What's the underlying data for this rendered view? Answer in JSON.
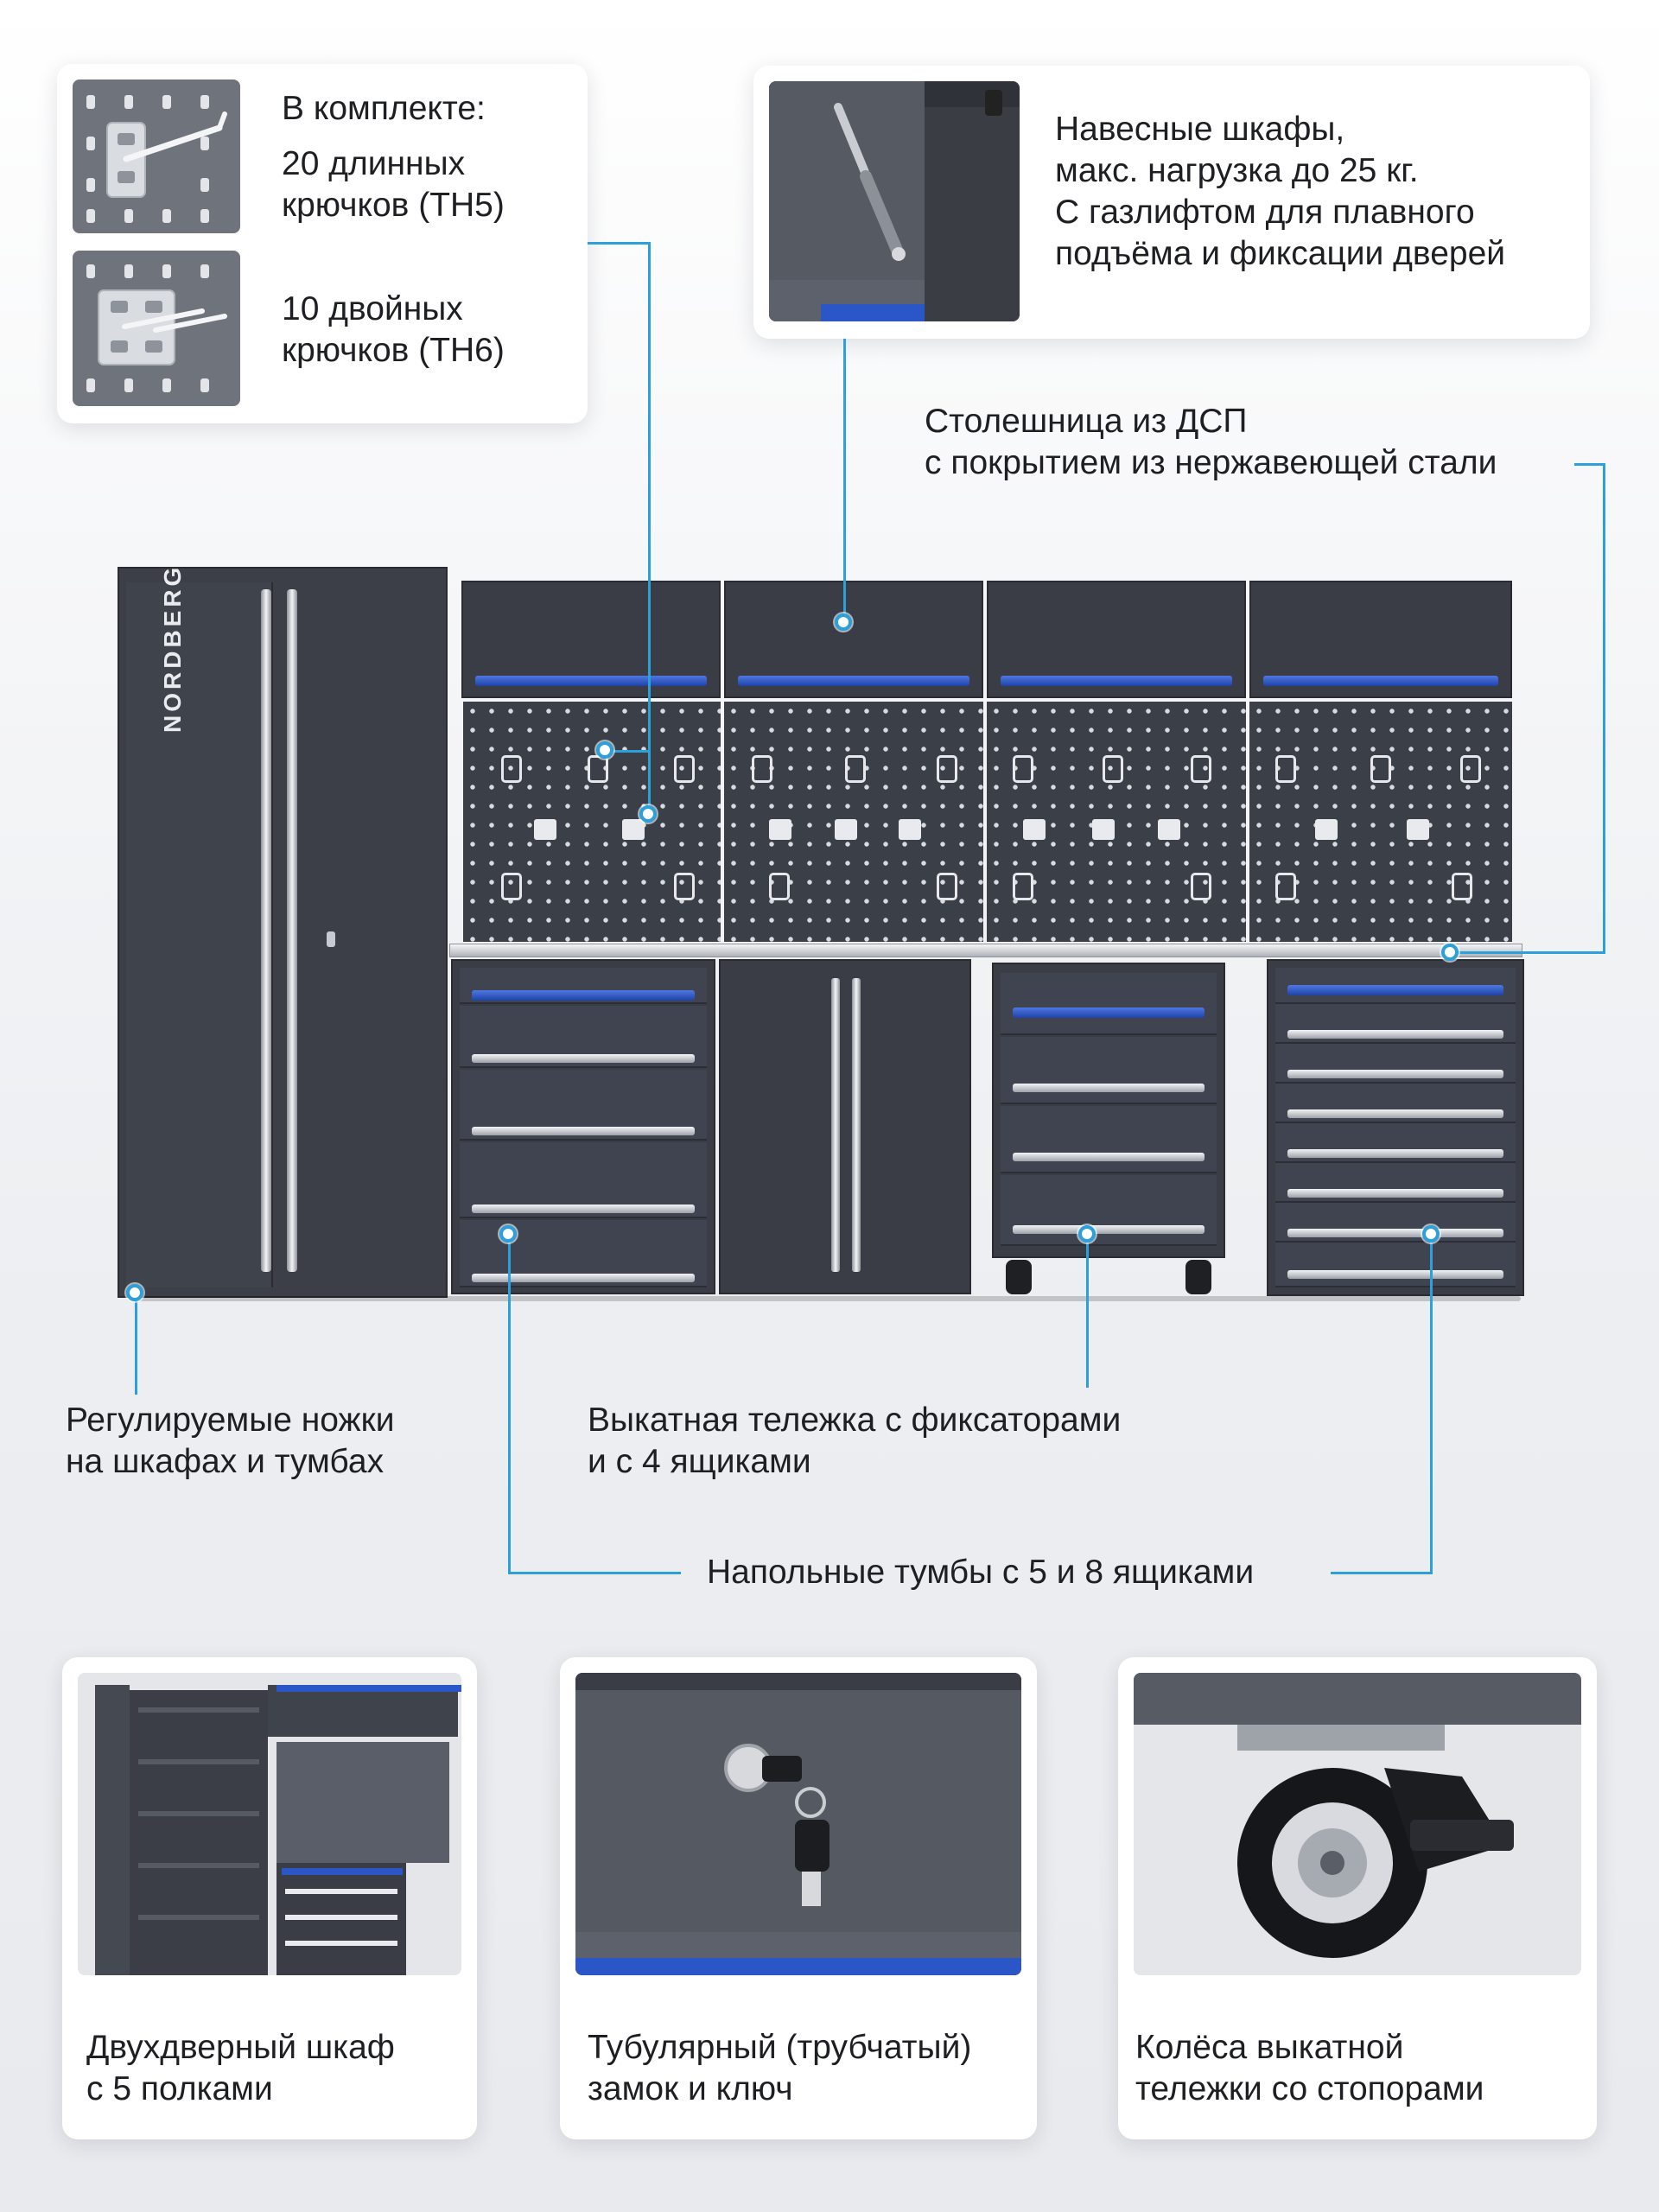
{
  "brand": "NORDBERG",
  "callouts": {
    "kit": {
      "title": "В комплекте:",
      "item1_line1": "20 длинных",
      "item1_line2": "крючков (TH5)",
      "item2_line1": "10 двойных",
      "item2_line2": "крючков (TH6)"
    },
    "wall_cabinets": {
      "line1": "Навесные шкафы,",
      "line2": "макс. нагрузка до 25 кг.",
      "line3": "С газлифтом для плавного",
      "line4": "подъёма и фиксации дверей"
    },
    "worktop": {
      "line1": "Столешница из ДСП",
      "line2": "с покрытием из нержавеющей стали"
    },
    "feet": {
      "line1": "Регулируемые ножки",
      "line2": "на шкафах и тумбах"
    },
    "trolley": {
      "line1": "Выкатная тележка с фиксаторами",
      "line2": "и с 4 ящиками"
    },
    "floor_units": {
      "line1": "Напольные тумбы с 5 и 8 ящиками"
    }
  },
  "bottom_cards": [
    {
      "line1": "Двухдверный шкаф",
      "line2": "с 5 полками"
    },
    {
      "line1": "Тубулярный (трубчатый)",
      "line2": "замок и ключ"
    },
    {
      "line1": "Колёса выкатной",
      "line2": "тележки со стопорами"
    }
  ],
  "colors": {
    "accent": "#2d9fd9",
    "cabinet": "#3a3d45",
    "drawer_blue": "#2a50c0"
  }
}
